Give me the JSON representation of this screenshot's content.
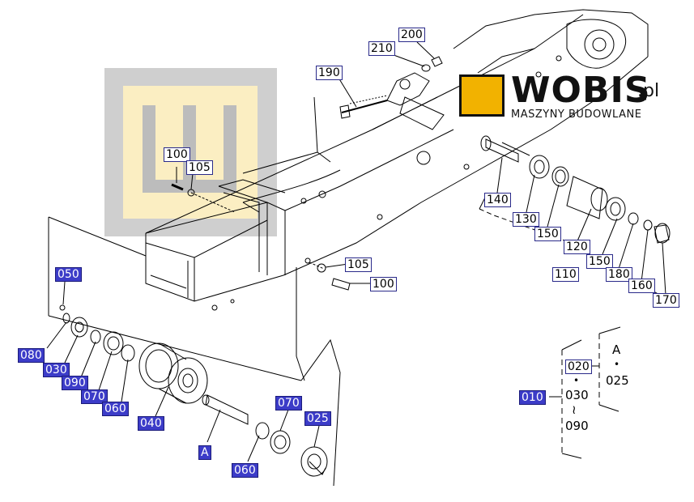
{
  "logo": {
    "name": "WOBIS",
    "suffix": ".pl",
    "tagline": "MASZYNY BUDOWLANE"
  },
  "labels": {
    "l200": "200",
    "l210": "210",
    "l190": "190",
    "l100a": "100",
    "l105a": "105",
    "l105b": "105",
    "l100b": "100",
    "l140": "140",
    "l130": "130",
    "l150a": "150",
    "l120": "120",
    "l150b": "150",
    "l110": "110",
    "l180": "180",
    "l160": "160",
    "l170": "170",
    "l050": "050",
    "l080": "080",
    "l030": "030",
    "l090": "090",
    "l070a": "070",
    "l060a": "060",
    "l040": "040",
    "lA": "A",
    "l060b": "060",
    "l070b": "070",
    "l025": "025",
    "l010": "010",
    "l020": "020"
  },
  "legend": {
    "a": "A",
    "bullet": "•",
    "v025": "025",
    "v030": "030",
    "tilde": "≀",
    "v090": "090"
  },
  "colors": {
    "highlight": "#3c3cc8",
    "logo_yellow": "#f2b200",
    "watermark_gray": "#c8c8c8",
    "watermark_yellow": "#fbeec2"
  }
}
